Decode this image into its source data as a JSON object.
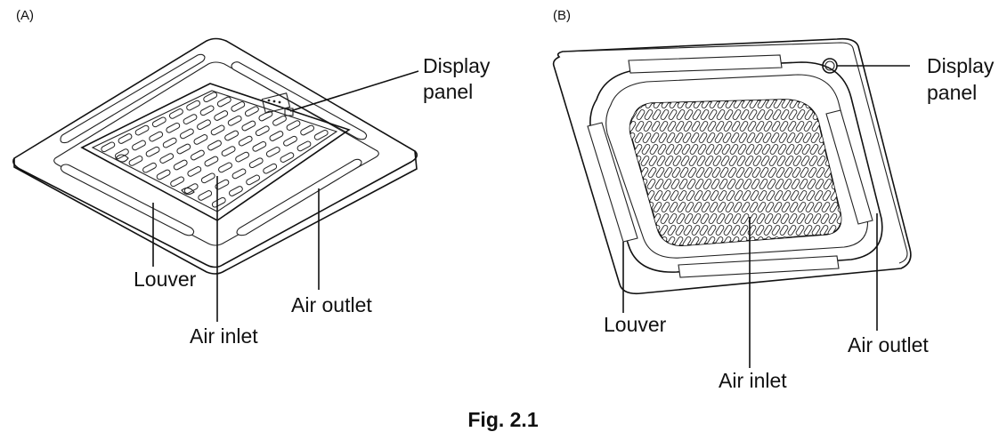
{
  "figure": {
    "caption": "Fig. 2.1",
    "panel_a": {
      "tag": "(A)",
      "labels": {
        "display_panel_line1": "Display",
        "display_panel_line2": "panel",
        "louver": "Louver",
        "air_inlet": "Air inlet",
        "air_outlet": "Air outlet"
      }
    },
    "panel_b": {
      "tag": "(B)",
      "labels": {
        "display_panel_line1": "Display",
        "display_panel_line2": "panel",
        "louver": "Louver",
        "air_inlet": "Air inlet",
        "air_outlet": "Air outlet"
      }
    }
  }
}
